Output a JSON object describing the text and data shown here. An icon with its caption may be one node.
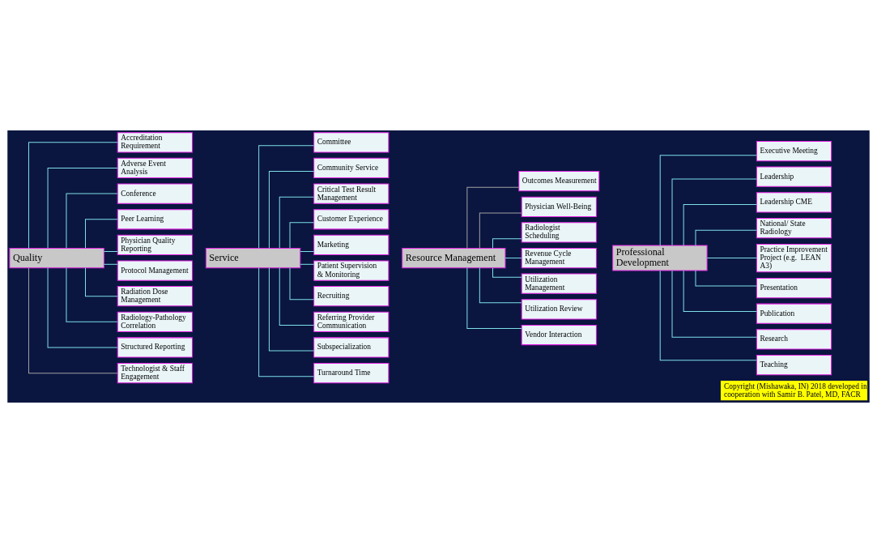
{
  "diagram": {
    "nodes": [
      {
        "text": [
          "Quality"
        ]
      },
      {
        "text": [
          "Accreditation Requirement"
        ]
      },
      {
        "text": [
          "Adverse Event Analysis"
        ]
      },
      {
        "text": [
          "Conference"
        ]
      },
      {
        "text": [
          "Peer Learning"
        ]
      },
      {
        "text": [
          "Physician Quality Reporting"
        ]
      },
      {
        "text": [
          "Protocol Management"
        ]
      },
      {
        "text": [
          "Radiation Dose Management"
        ]
      },
      {
        "text": [
          "Radiology-Pathology Correlation"
        ]
      },
      {
        "text": [
          "Structured Reporting"
        ]
      },
      {
        "text": [
          "Technologist & Staff Engagement"
        ]
      },
      {
        "text": [
          "Service"
        ]
      },
      {
        "text": [
          "Committee"
        ]
      },
      {
        "text": [
          "Community Service"
        ]
      },
      {
        "text": [
          "Critical Test Result Management"
        ]
      },
      {
        "text": [
          "Customer Experience"
        ]
      },
      {
        "text": [
          "Marketing"
        ]
      },
      {
        "text": [
          "Patient Supervision & Monitoring"
        ]
      },
      {
        "text": [
          "Recruiting"
        ]
      },
      {
        "text": [
          "Referring Provider Communication"
        ]
      },
      {
        "text": [
          "Subspecialization"
        ]
      },
      {
        "text": [
          "Turnaround Time"
        ]
      },
      {
        "text": [
          "Resource Management"
        ]
      },
      {
        "text": [
          "Outcomes Measurement"
        ]
      },
      {
        "text": [
          "Physician Well-Being"
        ]
      },
      {
        "text": [
          "Radiologist Scheduling"
        ]
      },
      {
        "text": [
          "Revenue Cycle Management"
        ]
      },
      {
        "text": [
          "Utilization Management"
        ]
      },
      {
        "text": [
          "Utilization Review"
        ]
      },
      {
        "text": [
          "Vendor Interaction"
        ]
      },
      {
        "text": [
          "Professional Development"
        ]
      },
      {
        "text": [
          "Executive Meeting"
        ]
      },
      {
        "text": [
          "Leadership"
        ]
      },
      {
        "text": [
          "Leadership CME"
        ]
      },
      {
        "text": [
          "National/ State Radiology"
        ]
      },
      {
        "text": [
          "Practice Improvement Project (e.g.  LEAN A3)"
        ]
      },
      {
        "text": [
          "Presentation"
        ]
      },
      {
        "text": [
          "Publication"
        ]
      },
      {
        "text": [
          "Research"
        ]
      },
      {
        "text": [
          "Teaching"
        ]
      }
    ],
    "edges": [
      {
        "from": 0,
        "to": 1,
        "arrow": "none"
      },
      {
        "from": 0,
        "to": 2,
        "arrow": "none"
      },
      {
        "from": 0,
        "to": 3,
        "arrow": "none"
      },
      {
        "from": 0,
        "to": 4,
        "arrow": "none"
      },
      {
        "from": 0,
        "to": 5,
        "arrow": "none"
      },
      {
        "from": 0,
        "to": 6,
        "arrow": "none"
      },
      {
        "from": 0,
        "to": 7,
        "arrow": "none"
      },
      {
        "from": 0,
        "to": 8,
        "arrow": "none"
      },
      {
        "from": 0,
        "to": 9,
        "arrow": "none"
      },
      {
        "from": 0,
        "to": 10,
        "arrow": "none",
        "color": "#a0a0a0"
      },
      {
        "from": 11,
        "to": 12,
        "arrow": "none"
      },
      {
        "from": 11,
        "to": 13,
        "arrow": "none"
      },
      {
        "from": 11,
        "to": 14,
        "arrow": "none"
      },
      {
        "from": 11,
        "to": 15,
        "arrow": "none"
      },
      {
        "from": 11,
        "to": 16,
        "arrow": "none"
      },
      {
        "from": 11,
        "to": 17,
        "arrow": "none"
      },
      {
        "from": 11,
        "to": 18,
        "arrow": "none"
      },
      {
        "from": 11,
        "to": 19,
        "arrow": "none"
      },
      {
        "from": 11,
        "to": 20,
        "arrow": "none"
      },
      {
        "from": 11,
        "to": 21,
        "arrow": "none"
      },
      {
        "from": 22,
        "to": 23,
        "arrow": "none",
        "color": "#a0a0a0"
      },
      {
        "from": 22,
        "to": 24,
        "arrow": "none",
        "color": "#a0a0a0"
      },
      {
        "from": 22,
        "to": 25,
        "arrow": "none"
      },
      {
        "from": 22,
        "to": 26,
        "arrow": "none"
      },
      {
        "from": 22,
        "to": 27,
        "arrow": "none"
      },
      {
        "from": 22,
        "to": 28,
        "arrow": "none"
      },
      {
        "from": 22,
        "to": 29,
        "arrow": "none"
      },
      {
        "from": 30,
        "to": 31,
        "arrow": "none"
      },
      {
        "from": 30,
        "to": 32,
        "arrow": "none"
      },
      {
        "from": 30,
        "to": 33,
        "arrow": "none"
      },
      {
        "from": 30,
        "to": 34,
        "arrow": "none"
      },
      {
        "from": 30,
        "to": 35,
        "arrow": "none"
      },
      {
        "from": 30,
        "to": 36,
        "arrow": "none"
      },
      {
        "from": 30,
        "to": 37,
        "arrow": "none"
      },
      {
        "from": 30,
        "to": 38,
        "arrow": "none"
      },
      {
        "from": 30,
        "to": 39,
        "arrow": "none"
      }
    ],
    "labels": [
      "Copyright (Mishawaka, IN) 2018 developed in cooperation with Samir B. Patel, MD, FACR"
    ]
  }
}
